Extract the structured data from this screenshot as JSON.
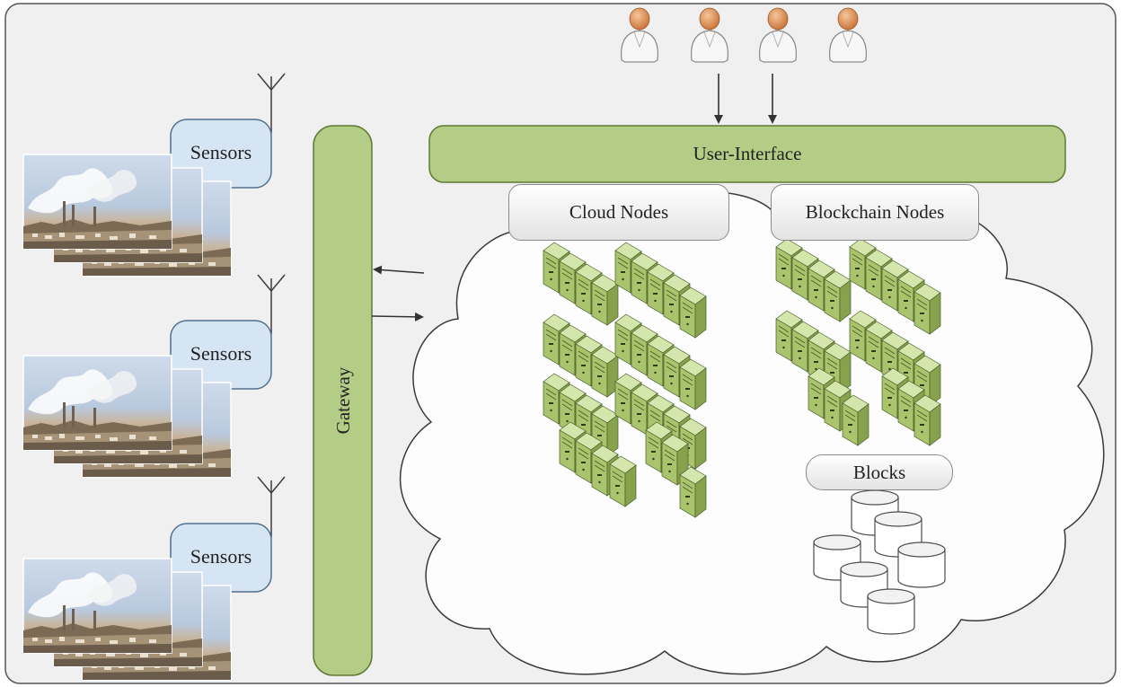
{
  "labels": {
    "user_interface": "User-Interface",
    "gateway": "Gateway",
    "cloud_nodes": "Cloud Nodes",
    "blockchain_nodes": "Blockchain Nodes",
    "blocks": "Blocks",
    "sensors": [
      "Sensors",
      "Sensors",
      "Sensors"
    ]
  },
  "counts": {
    "users": 4
  },
  "colors": {
    "frame_bg": "#f0f0f0",
    "green_fill": "#b3cc86",
    "green_stroke": "#5f7a35",
    "sensor_fill": "#d6e5f3",
    "sensor_stroke": "#52708f",
    "cloud_fill": "#fdfdfd",
    "user_head": "#e0935a",
    "server_fill": "#a9c46c"
  }
}
